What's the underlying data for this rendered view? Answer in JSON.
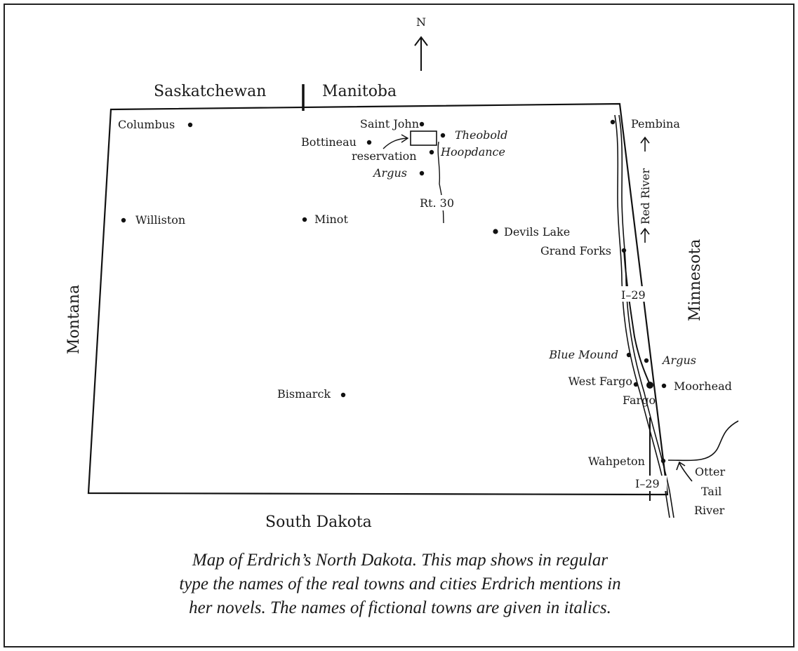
{
  "map": {
    "compass_label": "N",
    "regions": {
      "north_west": "Saskatchewan",
      "north_east": "Manitoba",
      "west": "Montana",
      "east": "Minnesota",
      "south": "South Dakota"
    },
    "places": {
      "columbus": "Columbus",
      "saint_john": "Saint John",
      "bottineau": "Bottineau",
      "reservation": "reservation",
      "theobold": "Theobold",
      "hoopdance": "Hoopdance",
      "argus_north": "Argus",
      "williston": "Williston",
      "minot": "Minot",
      "devils_lake": "Devils Lake",
      "pembina": "Pembina",
      "grand_forks": "Grand Forks",
      "blue_mound": "Blue Mound",
      "argus_east": "Argus",
      "west_fargo": "West Fargo",
      "fargo": "Fargo",
      "moorhead": "Moorhead",
      "bismarck": "Bismarck",
      "wahpeton": "Wahpeton"
    },
    "roads": {
      "rt30": "Rt. 30",
      "i29_north": "I–29",
      "i29_south": "I–29"
    },
    "rivers": {
      "red_river": "Red River",
      "otter_tail_1": "Otter",
      "otter_tail_2": "Tail",
      "otter_tail_3": "River"
    }
  },
  "caption": {
    "line1": "Map of Erdrich’s North Dakota.  This map shows in regular",
    "line2": "type the names of the real towns and cities Erdrich mentions in",
    "line3": "her novels. The names of fictional towns are given in italics."
  }
}
